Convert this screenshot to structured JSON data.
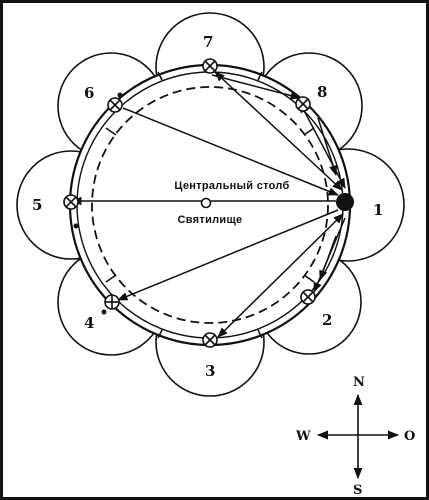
{
  "diagram": {
    "center_labels": {
      "top": "Центральный столб",
      "bottom": "Святилище"
    },
    "stations": [
      {
        "num": "1"
      },
      {
        "num": "2"
      },
      {
        "num": "3"
      },
      {
        "num": "4"
      },
      {
        "num": "5"
      },
      {
        "num": "6"
      },
      {
        "num": "7"
      },
      {
        "num": "8"
      }
    ],
    "compass": {
      "north": "N",
      "south": "S",
      "west": "W",
      "east": "O"
    }
  },
  "colors": {
    "ink": "#111111",
    "background": "#ffffff"
  }
}
